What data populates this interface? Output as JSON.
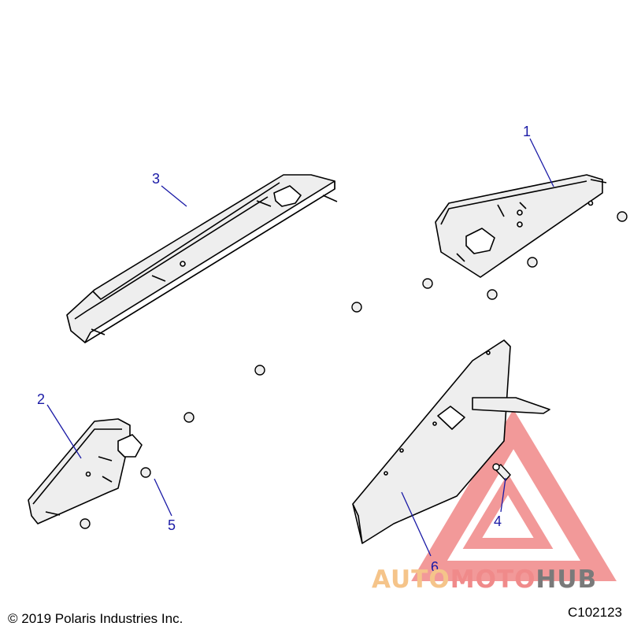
{
  "diagram": {
    "callouts": [
      {
        "id": "1",
        "label": "1"
      },
      {
        "id": "2",
        "label": "2"
      },
      {
        "id": "3",
        "label": "3"
      },
      {
        "id": "4",
        "label": "4"
      },
      {
        "id": "5",
        "label": "5"
      },
      {
        "id": "6",
        "label": "6"
      }
    ],
    "callout_color": "#1a1aa6",
    "line_color": "#000000",
    "part_fill": "#eeeeee"
  },
  "watermark": {
    "part1": "AUTO",
    "part2": "MOTO",
    "part3": "HUB",
    "color_auto": "#f5c48a",
    "color_moto": "#f08a8a",
    "color_hub": "#7a7a7a",
    "triangle_color": "#ee7777"
  },
  "footer": {
    "copyright": "© 2019 Polaris Industries Inc.",
    "figure_code": "C102123"
  }
}
